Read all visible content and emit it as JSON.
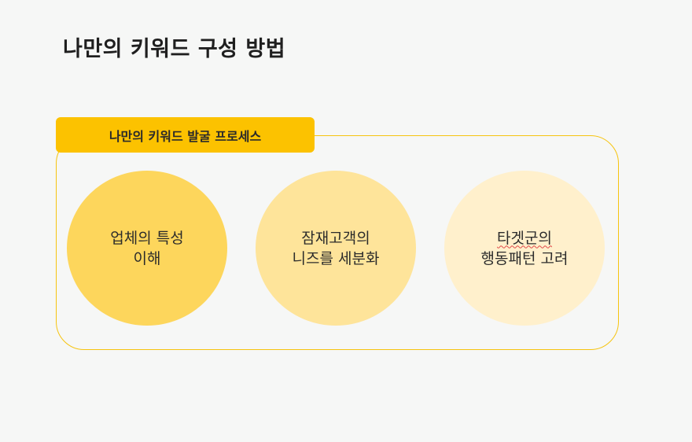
{
  "title": "나만의 키워드 구성 방법",
  "process": {
    "label": "나만의 키워드 발굴 프로세스",
    "steps": [
      {
        "line1": "업체의 특성",
        "line2": "이해"
      },
      {
        "line1": "잠재고객의",
        "line2": "니즈를 세분화"
      },
      {
        "line1": "타겟군의",
        "line2": "행동패턴 고려"
      }
    ]
  },
  "colors": {
    "accent": "#fcc200",
    "border": "#f6c40f",
    "circle_1": "#fdd65c",
    "circle_2": "#fee49a",
    "circle_3": "#fff0cc",
    "background": "#f6f7f6"
  }
}
